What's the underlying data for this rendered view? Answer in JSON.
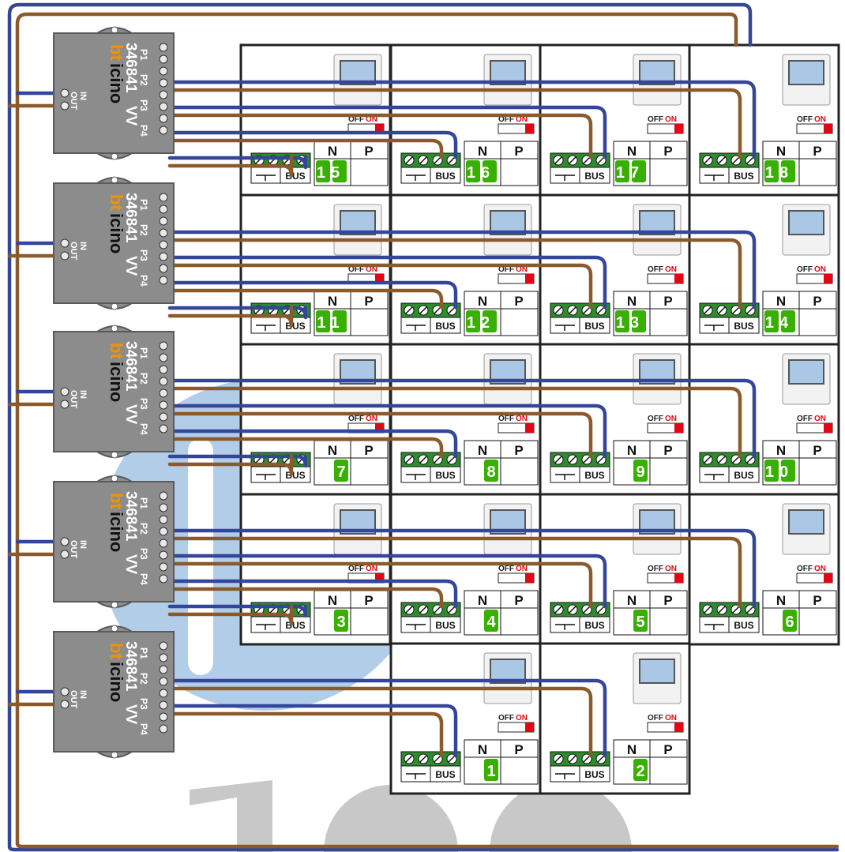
{
  "colors": {
    "blue_wire": "#34469a",
    "brown_wire": "#8b5a2b",
    "module_gray": "#8c8c8c",
    "module_edge": "#5a5a5a",
    "brand_orange": "#f39200",
    "terminal_green": "#2e8b2e",
    "number_green": "#38b000",
    "off_red": "#e30613",
    "watermark": "#aac8e6",
    "screen": "#aac8e6"
  },
  "divider": {
    "model": "346841",
    "brand_a": "bt",
    "brand_b": "icino",
    "vv": "VV",
    "ports": [
      "P1",
      "P2",
      "P3",
      "P4"
    ],
    "in_label": "IN",
    "out_label": "OUT"
  },
  "unit_labels": {
    "off": "OFF",
    "on": "ON",
    "n": "N",
    "p": "P",
    "bus": "BUS"
  },
  "units": [
    {
      "number": "15",
      "module": 0,
      "port": 3
    },
    {
      "number": "16",
      "module": 0,
      "port": 2
    },
    {
      "number": "17",
      "module": 0,
      "port": 1
    },
    {
      "number": "18",
      "module": 0,
      "port": 0
    },
    {
      "number": "11",
      "module": 1,
      "port": 3
    },
    {
      "number": "12",
      "module": 1,
      "port": 2
    },
    {
      "number": "13",
      "module": 1,
      "port": 1
    },
    {
      "number": "14",
      "module": 1,
      "port": 0
    },
    {
      "number": "7",
      "module": 2,
      "port": 3
    },
    {
      "number": "8",
      "module": 2,
      "port": 2
    },
    {
      "number": "9",
      "module": 2,
      "port": 1
    },
    {
      "number": "10",
      "module": 2,
      "port": 0
    },
    {
      "number": "3",
      "module": 3,
      "port": 3
    },
    {
      "number": "4",
      "module": 3,
      "port": 2
    },
    {
      "number": "5",
      "module": 3,
      "port": 1
    },
    {
      "number": "6",
      "module": 3,
      "port": 0
    },
    {
      "number": "1",
      "module": 4,
      "port": 1
    },
    {
      "number": "2",
      "module": 4,
      "port": 0
    }
  ]
}
